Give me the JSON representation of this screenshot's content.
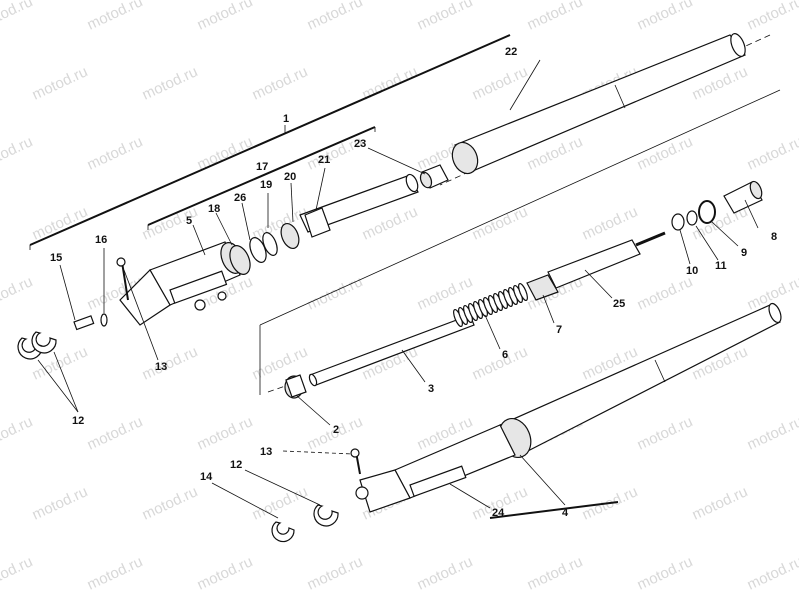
{
  "watermark": "motod.ru",
  "callouts": [
    {
      "id": "c1",
      "text": "1"
    },
    {
      "id": "c2",
      "text": "2"
    },
    {
      "id": "c3",
      "text": "3"
    },
    {
      "id": "c4",
      "text": "4"
    },
    {
      "id": "c5",
      "text": "5"
    },
    {
      "id": "c6",
      "text": "6"
    },
    {
      "id": "c7",
      "text": "7"
    },
    {
      "id": "c8",
      "text": "8"
    },
    {
      "id": "c9",
      "text": "9"
    },
    {
      "id": "c10",
      "text": "10"
    },
    {
      "id": "c11",
      "text": "11"
    },
    {
      "id": "c12a",
      "text": "12"
    },
    {
      "id": "c12b",
      "text": "12"
    },
    {
      "id": "c13a",
      "text": "13"
    },
    {
      "id": "c13b",
      "text": "13"
    },
    {
      "id": "c14",
      "text": "14"
    },
    {
      "id": "c15",
      "text": "15"
    },
    {
      "id": "c16",
      "text": "16"
    },
    {
      "id": "c17",
      "text": "17"
    },
    {
      "id": "c18",
      "text": "18"
    },
    {
      "id": "c19",
      "text": "19"
    },
    {
      "id": "c20",
      "text": "20"
    },
    {
      "id": "c21",
      "text": "21"
    },
    {
      "id": "c22",
      "text": "22"
    },
    {
      "id": "c23",
      "text": "23"
    },
    {
      "id": "c24",
      "text": "24"
    },
    {
      "id": "c25",
      "text": "25"
    },
    {
      "id": "c26",
      "text": "26"
    }
  ]
}
